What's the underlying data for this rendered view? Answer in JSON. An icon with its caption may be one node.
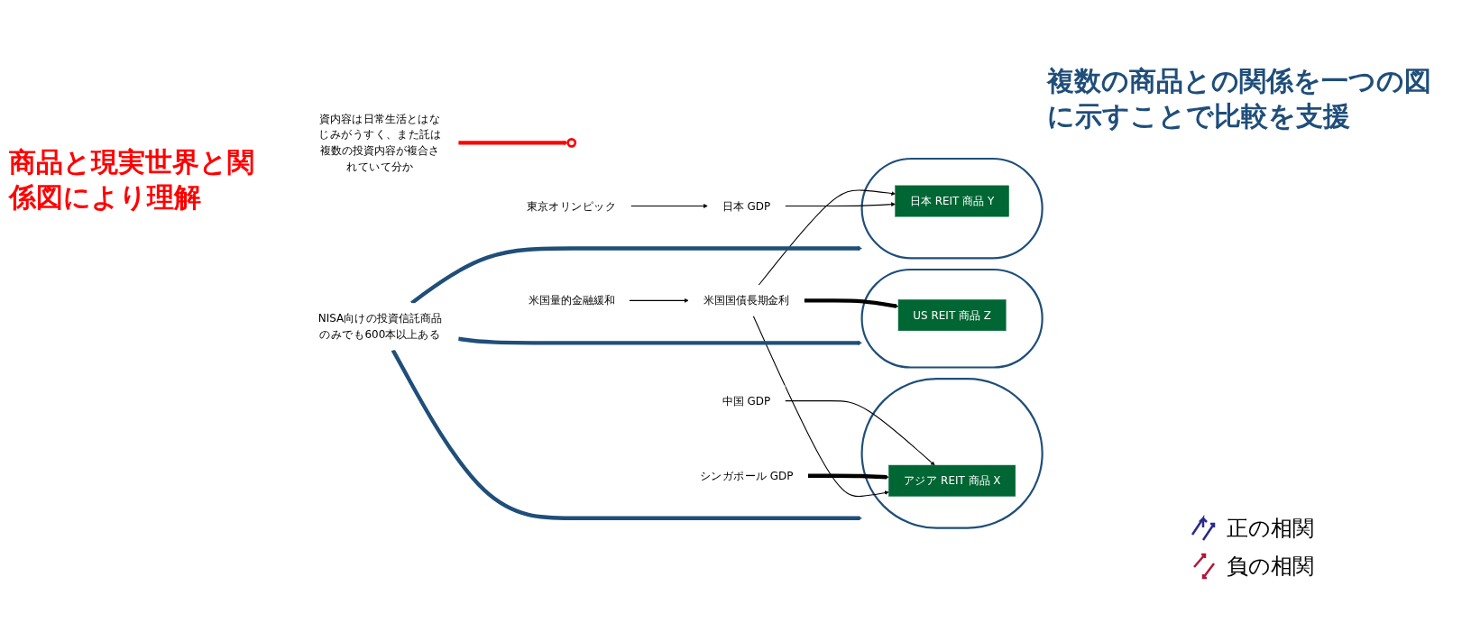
{
  "diagram": {
    "nodes": [
      {
        "text": [
          "資内容は日常生活とはなじみがうすく、また託は複数の投資内容が複合されていて分か"
        ]
      },
      {
        "text": [
          "NISA向けの投資信託商品のみでも600本以上ある"
        ]
      },
      {
        "text": [],
        "shape": "circle"
      },
      {
        "text": [
          "中国 GDP"
        ]
      },
      {
        "text": [
          "シンガポール GDP"
        ]
      },
      {
        "text": [],
        "shape": "ellipse"
      },
      {
        "text": [
          "アジア REIT 商品 X"
        ],
        "in": 5
      },
      {
        "text": [],
        "shape": "ellipse"
      },
      {
        "text": [
          "US REIT 商品 Z"
        ],
        "in": 7
      },
      {
        "text": [
          "米国国債長期金利"
        ]
      },
      {
        "text": [],
        "shape": "ellipse"
      },
      {
        "text": [
          "日本 REIT 商品 Y"
        ],
        "in": 10
      },
      {
        "text": [
          "米国量的金融緩和"
        ]
      },
      {
        "text": [
          "東京オリンピック"
        ]
      },
      {
        "text": [
          "日本 GDP"
        ]
      }
    ],
    "edges": [
      {
        "from": 0,
        "to": 2,
        "arrow": "to",
        "style": "thick",
        "color": "#ff0000"
      },
      {
        "from": 1,
        "to": 7,
        "arrow": "to",
        "style": "thick",
        "color": "#1f4e79"
      },
      {
        "from": 1,
        "to": 5,
        "arrow": "to",
        "style": "thick",
        "color": "#1f4e79"
      },
      {
        "from": 1,
        "to": 10,
        "arrow": "to",
        "style": "thick",
        "color": "#1f4e79"
      },
      {
        "from": 3,
        "to": 6,
        "arrow": "to"
      },
      {
        "from": 4,
        "to": 6,
        "arrow": "to",
        "style": "thick"
      },
      {
        "from": 9,
        "to": 6,
        "arrow": "to"
      },
      {
        "from": 9,
        "to": 8,
        "arrow": "to",
        "style": "thick"
      },
      {
        "from": 9,
        "to": 11,
        "arrow": "to"
      },
      {
        "from": 12,
        "to": 9,
        "arrow": "to"
      },
      {
        "from": 13,
        "to": 14,
        "arrow": "to"
      },
      {
        "from": 14,
        "to": 11,
        "arrow": "to"
      }
    ],
    "labels": [
      "商品と現実世界と関係図により理解",
      "複数の商品との関係を一つの図に示すことで比較を支援"
    ],
    "legend": [
      {
        "text": "正の相関"
      },
      {
        "text": "負の相関"
      }
    ]
  }
}
